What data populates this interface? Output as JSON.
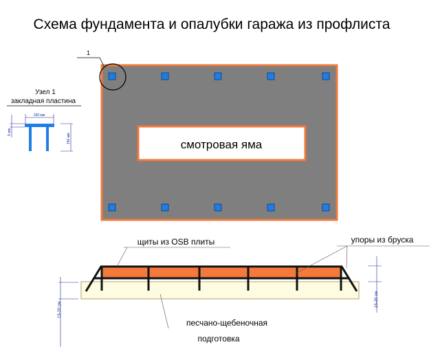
{
  "title": "Схема фундамента и опалубки гаража из профлиста",
  "plan": {
    "pit_label": "смотровая яма",
    "callout_number": "1"
  },
  "node": {
    "title": "Узел 1",
    "subtitle": "закладная пластина",
    "width_dim": "100 мм",
    "thickness_dim": "5 мм",
    "height_dim": "150 мм"
  },
  "section": {
    "osb_label": "щиты из OSB плиты",
    "braces_label": "упоры из бруска",
    "base_label_1": "песчано-щебеночная",
    "base_label_2": "подготовка",
    "dim_left": "15-20 см",
    "dim_right": "15-20 см"
  },
  "colors": {
    "slab": "#7f7f7f",
    "border": "#f07a3a",
    "plate": "#1e7ee6",
    "osb": "#f47a3c",
    "sand": "#fdfbe0",
    "dim": "#1a2a9a"
  }
}
